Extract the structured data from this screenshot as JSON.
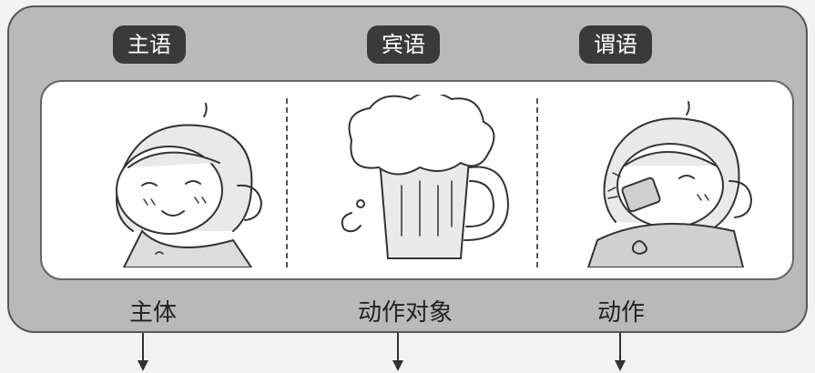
{
  "badges": {
    "subject": "主语",
    "object": "宾语",
    "predicate": "谓语"
  },
  "captions": {
    "subject": "主体",
    "object": "动作对象",
    "predicate": "动作"
  },
  "colors": {
    "outer_panel": "#b9b9b9",
    "badge_bg": "#3a3a3a",
    "inner_panel": "#ffffff",
    "line": "#555555"
  },
  "icons": {
    "subject": "smiling-girl-icon",
    "object": "beer-mug-icon",
    "predicate": "drinking-girl-icon"
  }
}
